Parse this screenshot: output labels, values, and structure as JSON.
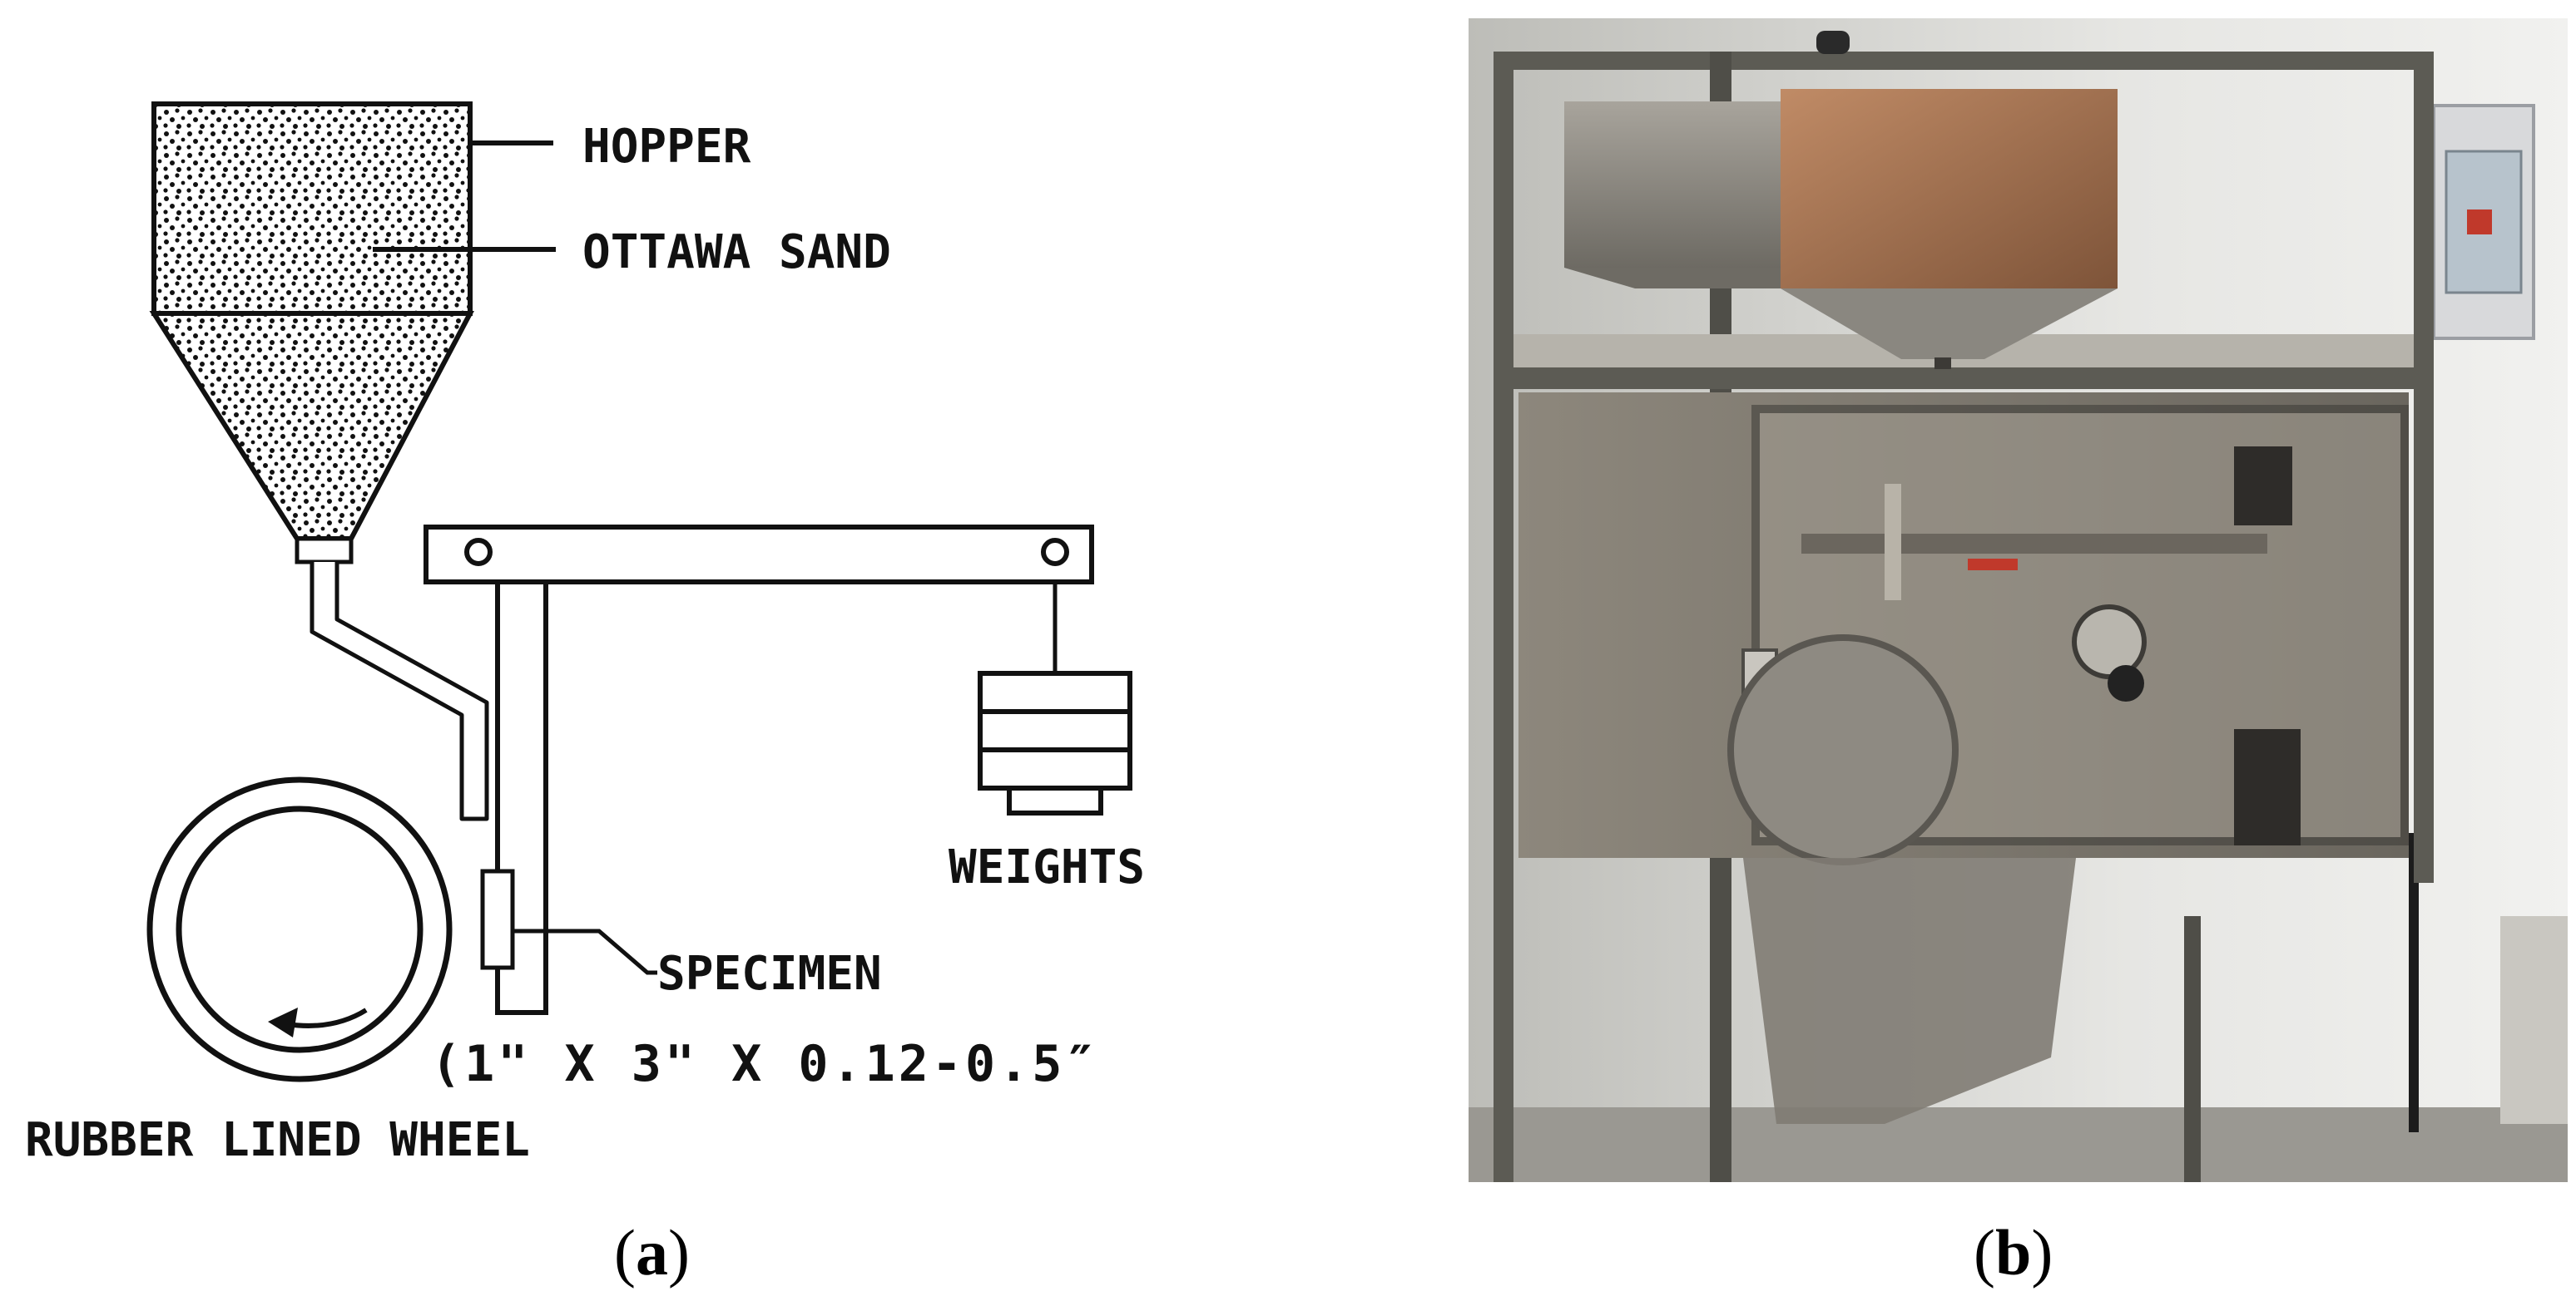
{
  "diagram": {
    "labels": {
      "hopper": "HOPPER",
      "sand": "OTTAWA SAND",
      "weights": "WEIGHTS",
      "specimen": "SPECIMEN",
      "dimensions": "(1\" X 3\" X 0.12-0.5″",
      "wheel": "RUBBER LINED WHEEL"
    }
  },
  "captions": {
    "a": "a",
    "b": "b"
  },
  "colors": {
    "line": "#111111",
    "photo_wall": "#dcdcd8",
    "frame": "#5a5a52",
    "steel": "#8c8880",
    "copper": "#a77552"
  },
  "icons": {
    "rotation": "rotation-arrow-icon"
  }
}
